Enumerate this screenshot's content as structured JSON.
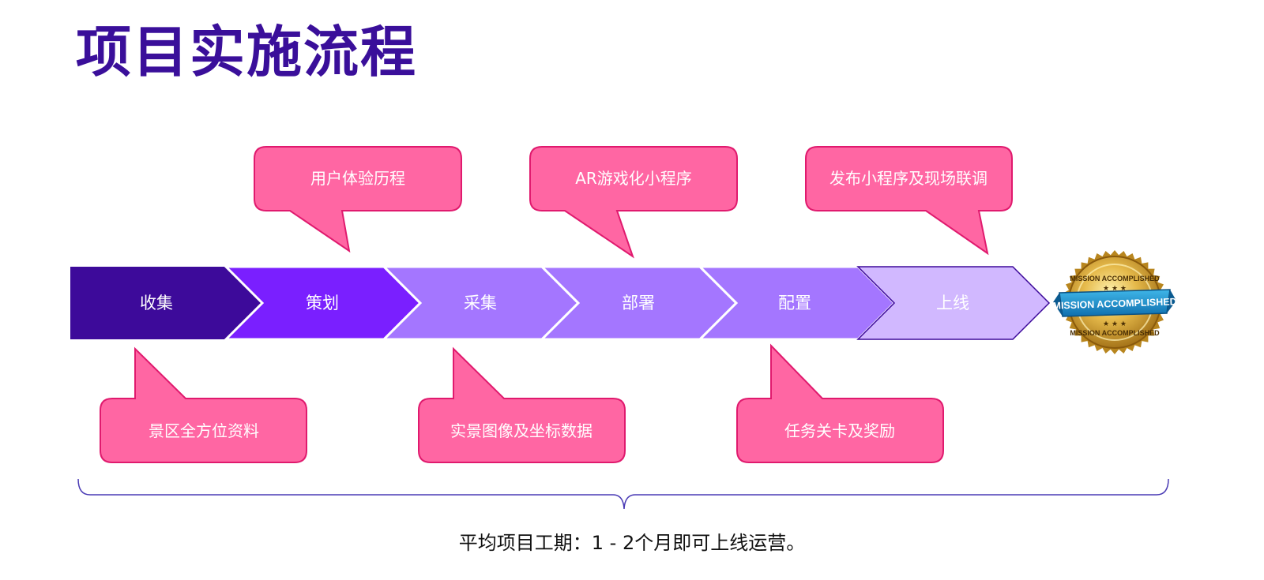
{
  "title": "项目实施流程",
  "steps": [
    {
      "label": "收集",
      "color": "#3d0a9a"
    },
    {
      "label": "策划",
      "color": "#7a1fff"
    },
    {
      "label": "采集",
      "color": "#a476ff"
    },
    {
      "label": "部署",
      "color": "#a476ff"
    },
    {
      "label": "配置",
      "color": "#a476ff"
    },
    {
      "label": "上线",
      "color": "#d1b8ff"
    }
  ],
  "callouts_top": [
    {
      "text": "用户体验历程"
    },
    {
      "text": "AR游戏化小程序"
    },
    {
      "text": "发布小程序及现场联调"
    }
  ],
  "callouts_bottom": [
    {
      "text": "景区全方位资料"
    },
    {
      "text": "实景图像及坐标数据"
    },
    {
      "text": "任务关卡及奖励"
    }
  ],
  "badge": {
    "text_main": "MISSION ACCOMPLISHED",
    "text_ring_top": "MISSION ACCOMPLISHED",
    "text_ring_bottom": "MISSION ACCOMPLISHED"
  },
  "footer": "平均项目工期：1 - 2个月即可上线运营。",
  "colors": {
    "callout_fill": "#ff66a3",
    "callout_stroke": "#e01a6e",
    "title": "#3a0f9a",
    "brace": "#4a3bb5"
  }
}
